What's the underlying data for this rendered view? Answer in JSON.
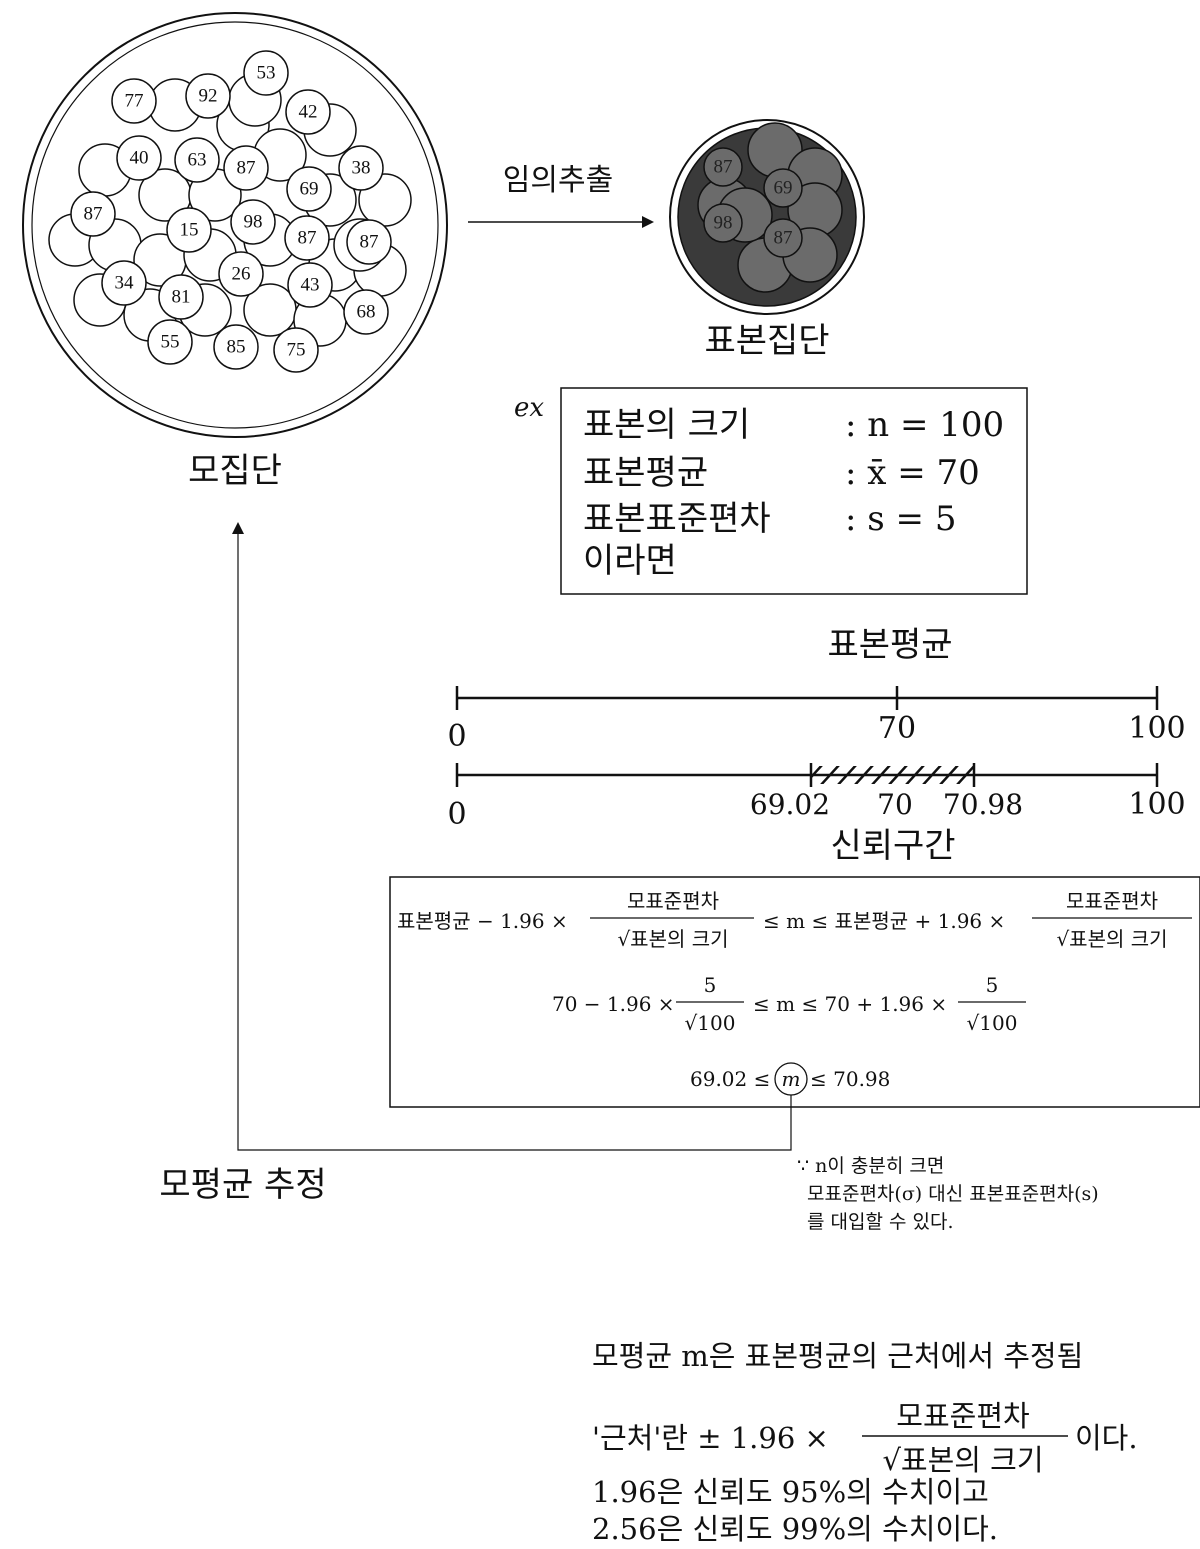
{
  "population": {
    "label": "모집단",
    "numbers": [
      "53",
      "77",
      "92",
      "42",
      "40",
      "63",
      "87",
      "38",
      "69",
      "87",
      "15",
      "98",
      "87",
      "87",
      "34",
      "26",
      "81",
      "43",
      "68",
      "55",
      "85",
      "75"
    ]
  },
  "sampling": {
    "arrow_label": "임의추출"
  },
  "sample": {
    "label": "표본집단",
    "numbers": [
      "87",
      "69",
      "98",
      "87"
    ]
  },
  "example": {
    "tag": "ex",
    "size_label": "표본의 크기",
    "size_value": ": n = 100",
    "mean_label": "표본평균",
    "mean_value": ": x̄ = 70",
    "sd_label": "표본표준편차",
    "sd_value": ": s = 5",
    "conclusion": "이라면"
  },
  "number_line_1": {
    "title": "표본평균",
    "ticks": [
      "0",
      "70",
      "100"
    ]
  },
  "number_line_2": {
    "title": "신뢰구간",
    "ticks": [
      "0",
      "69.02",
      "70",
      "70.98",
      "100"
    ]
  },
  "formula": {
    "row1_left": "표본평균 − 1.96 ×",
    "row1_num": "모표준편차",
    "row1_den": "√표본의 크기",
    "row1_mid": "≤ m ≤ 표본평균 + 1.96 ×",
    "row2_left": "70 − 1.96 ×",
    "row2_num": "5",
    "row2_den": "√100",
    "row2_mid": "≤ m ≤ 70 + 1.96 ×",
    "row3_left": "69.02 ≤",
    "row3_var": "m",
    "row3_right": "≤ 70.98"
  },
  "estimate": {
    "label": "모평균 추정"
  },
  "note": {
    "line1": "∵ n이 충분히 크면",
    "line2": "모표준편차(σ) 대신 표본표준편차(s)",
    "line3": "를 대입할 수 있다."
  },
  "summary": {
    "line1": "모평균 m은 표본평균의 근처에서 추정됨",
    "line2_pre": "'근처'란 ± 1.96 ×",
    "line2_num": "모표준편차",
    "line2_den": "√표본의 크기",
    "line2_post": "이다.",
    "line3": "1.96은 신뢰도 95%의 수치이고",
    "line4": "2.56은 신뢰도 99%의 수치이다."
  },
  "colors": {
    "ink": "#111111",
    "sample_fill": "#3a3a3a",
    "sample_ball": "#6b6b6b"
  }
}
